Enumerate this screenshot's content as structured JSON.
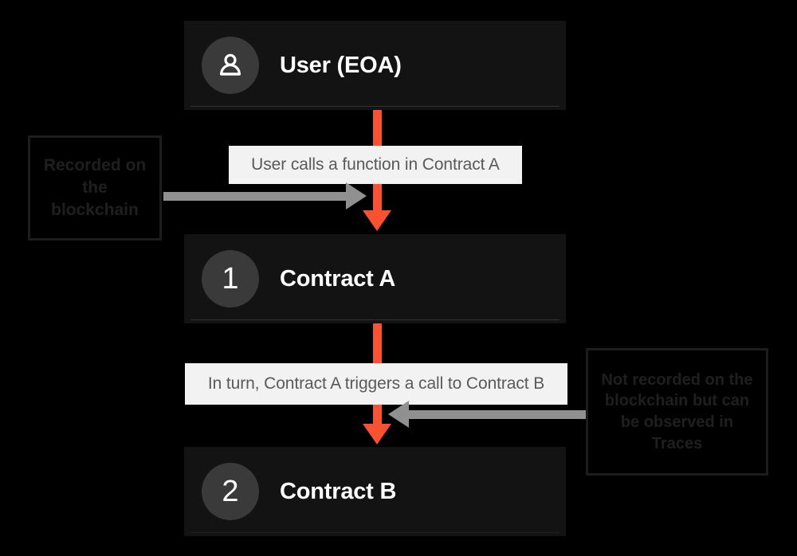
{
  "diagram": {
    "background_color": "#000000",
    "accent_color": "#fa5130",
    "gray_arrow_color": "#909090",
    "card_color": "#131313",
    "caption_bg_color": "#f2f2f2"
  },
  "nodes": [
    {
      "id": "user",
      "badge_type": "person-icon",
      "badge_text": "",
      "label": "User (EOA)"
    },
    {
      "id": "contract-a",
      "badge_type": "number",
      "badge_text": "1",
      "label": "Contract A"
    },
    {
      "id": "contract-b",
      "badge_type": "number",
      "badge_text": "2",
      "label": "Contract B"
    }
  ],
  "captions": [
    {
      "id": "c1",
      "text": "User calls a function in Contract A"
    },
    {
      "id": "c2",
      "text": "In turn, Contract A triggers a call to Contract B"
    }
  ],
  "annotations": [
    {
      "id": "left",
      "text": "Recorded on the blockchain"
    },
    {
      "id": "right",
      "text": "Not recorded on the blockchain but can be observed in Traces"
    }
  ]
}
